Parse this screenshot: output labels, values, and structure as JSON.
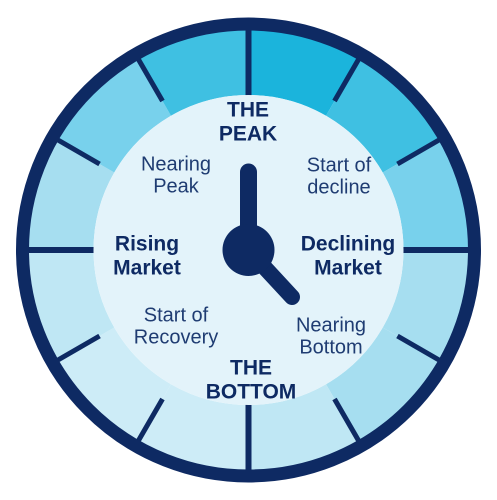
{
  "colors": {
    "rim": "#0e2a63",
    "segments": [
      "#1bb4dc",
      "#3fc0e2",
      "#78d1ec",
      "#a6def0",
      "#bfe7f4",
      "#cdecf7"
    ],
    "face": "#e3f3fa",
    "hands": "#0e2a63",
    "strong_text": "#0e2a63",
    "soft_text": "#1f3c72"
  },
  "labels": {
    "peak": {
      "line1": "THE",
      "line2": "PEAK"
    },
    "start_of_decline": {
      "line1": "Start of",
      "line2": "decline"
    },
    "declining_market": {
      "line1": "Declining",
      "line2": "Market"
    },
    "nearing_bottom": {
      "line1": "Nearing",
      "line2": "Bottom"
    },
    "bottom": {
      "line1": "THE",
      "line2": "BOTTOM"
    },
    "start_of_recovery": {
      "line1": "Start of",
      "line2": "Recovery"
    },
    "rising_market": {
      "line1": "Rising",
      "line2": "Market"
    },
    "nearing_peak": {
      "line1": "Nearing",
      "line2": "Peak"
    }
  }
}
